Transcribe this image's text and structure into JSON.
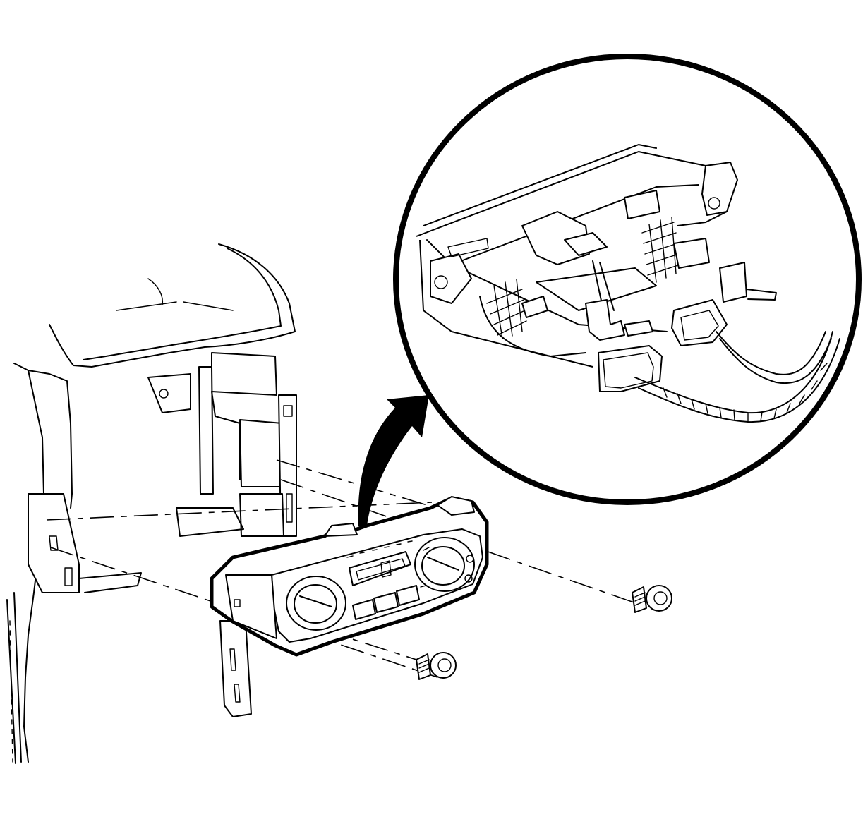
{
  "diagram": {
    "colors": {
      "line": "#000000",
      "background": "#ffffff"
    },
    "parts": [
      "instrument-panel-carrier",
      "hvac-control-assembly",
      "mounting-bolt",
      "wiring-harness-connector",
      "detail-magnifier"
    ]
  }
}
